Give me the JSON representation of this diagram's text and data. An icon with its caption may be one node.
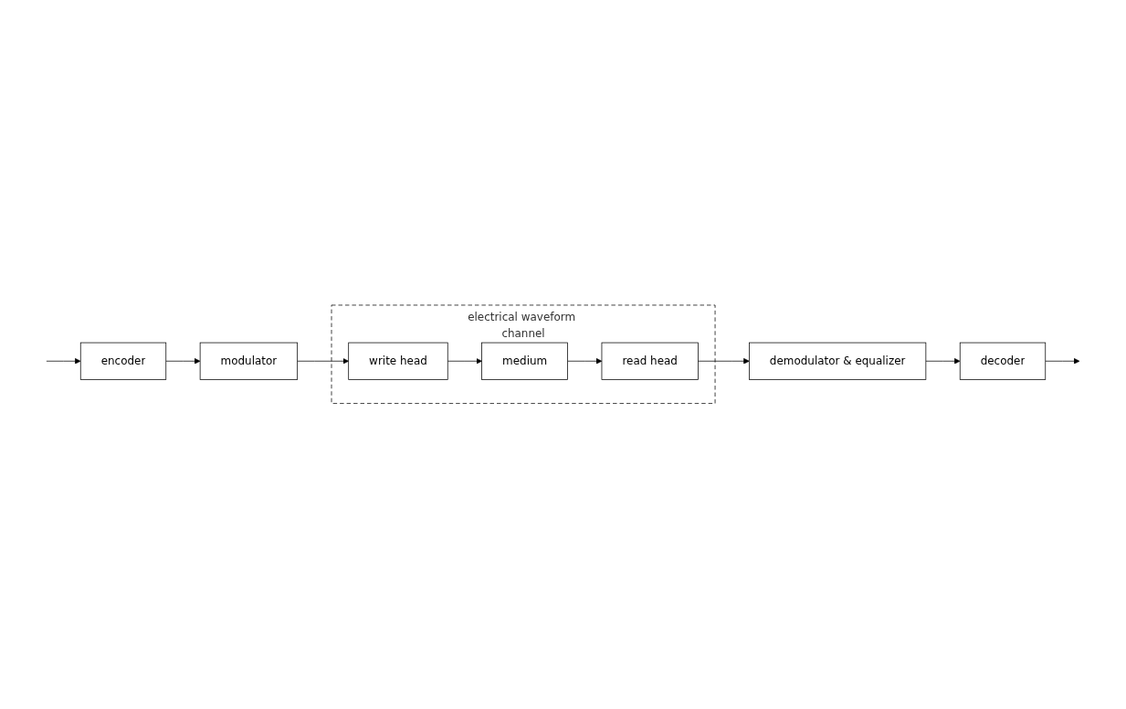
{
  "diagram": {
    "nodes": [
      {
        "text": [
          "electrical waveform channel"
        ]
      },
      {
        "text": [
          "encoder"
        ]
      },
      {
        "text": [
          "modulator"
        ]
      },
      {
        "text": [
          "write head"
        ],
        "in": 0
      },
      {
        "text": [
          "medium"
        ],
        "in": 0
      },
      {
        "text": [
          "read head"
        ],
        "in": 0
      },
      {
        "text": [
          "demodulator & equalizer"
        ]
      },
      {
        "text": [
          "decoder"
        ]
      }
    ],
    "edges": [
      {
        "from": null,
        "to": 1,
        "arrow": "to"
      },
      {
        "from": 1,
        "to": 2,
        "arrow": "to"
      },
      {
        "from": 2,
        "to": 3,
        "arrow": "to"
      },
      {
        "from": 3,
        "to": 4,
        "arrow": "to"
      },
      {
        "from": 4,
        "to": 5,
        "arrow": "to"
      },
      {
        "from": 5,
        "to": 6,
        "arrow": "to"
      },
      {
        "from": 6,
        "to": 7,
        "arrow": "to"
      },
      {
        "from": 7,
        "to": null,
        "arrow": "to"
      }
    ]
  }
}
